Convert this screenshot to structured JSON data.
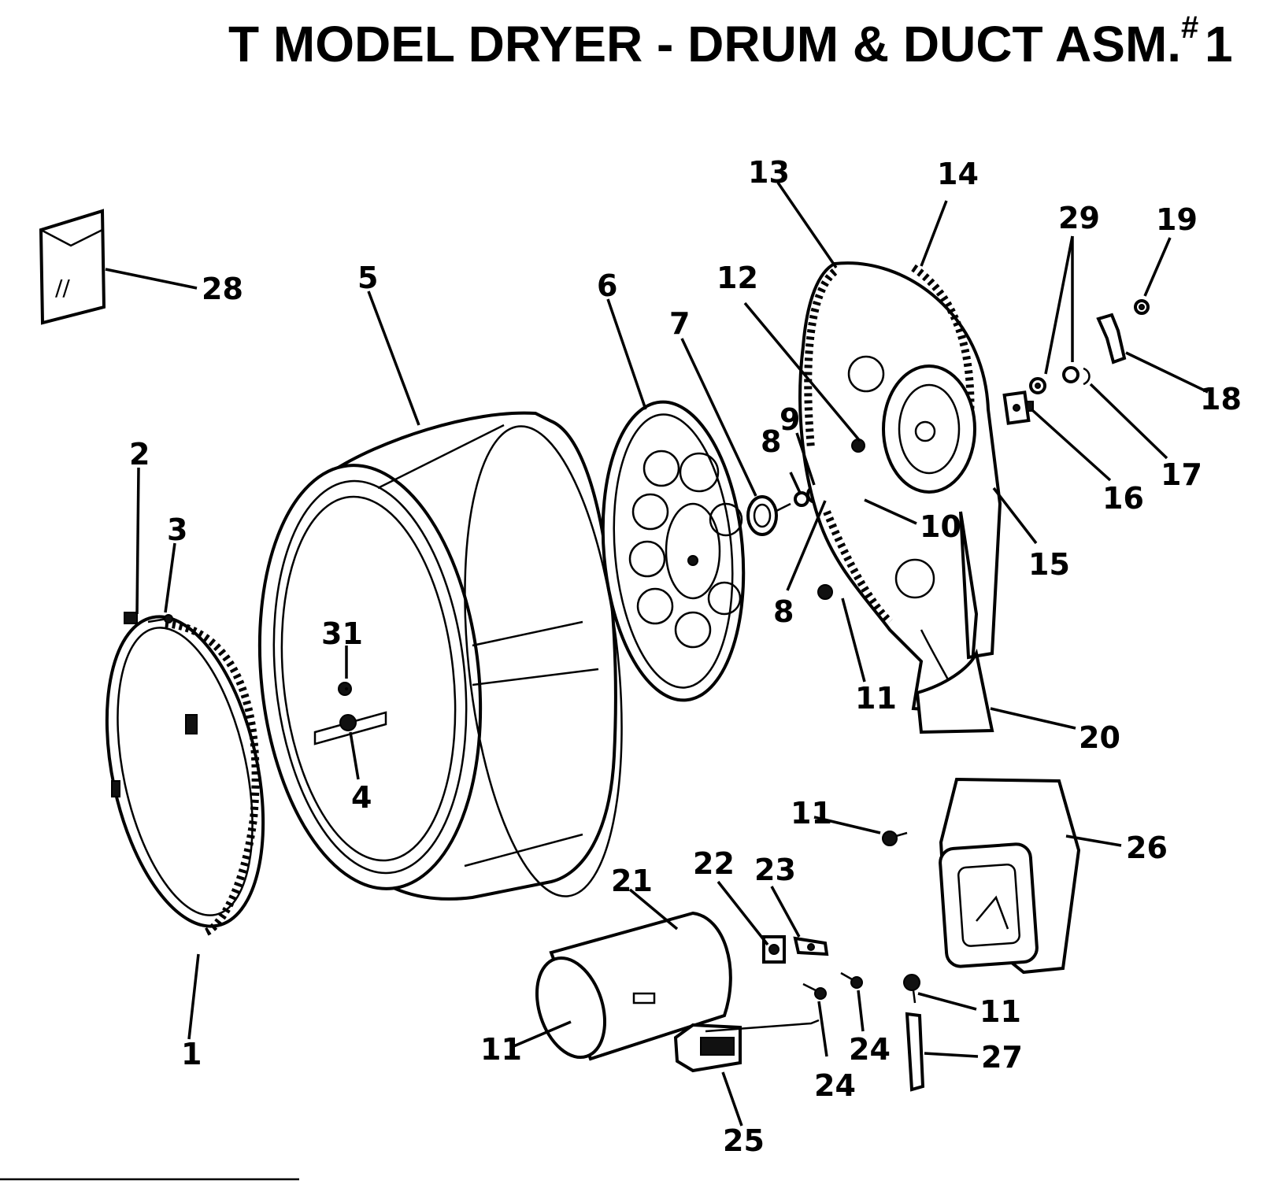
{
  "title": {
    "main": "T   MODEL DRYER - DRUM & DUCT ASM.",
    "hash": "#",
    "number": "1"
  },
  "callouts": {
    "c1": "1",
    "c2": "2",
    "c3": "3",
    "c4": "4",
    "c5": "5",
    "c6": "6",
    "c7": "7",
    "c8a": "8",
    "c8b": "8",
    "c9": "9",
    "c10": "10",
    "c11a": "11",
    "c11b": "11",
    "c11c": "11",
    "c11d": "11",
    "c12": "12",
    "c13": "13",
    "c14": "14",
    "c15": "15",
    "c16": "16",
    "c17": "17",
    "c18": "18",
    "c19": "19",
    "c20": "20",
    "c21": "21",
    "c22": "22",
    "c23": "23",
    "c24a": "24",
    "c24b": "24",
    "c25": "25",
    "c26": "26",
    "c27": "27",
    "c28": "28",
    "c29": "29",
    "c31": "31"
  },
  "packet_mark": "//"
}
